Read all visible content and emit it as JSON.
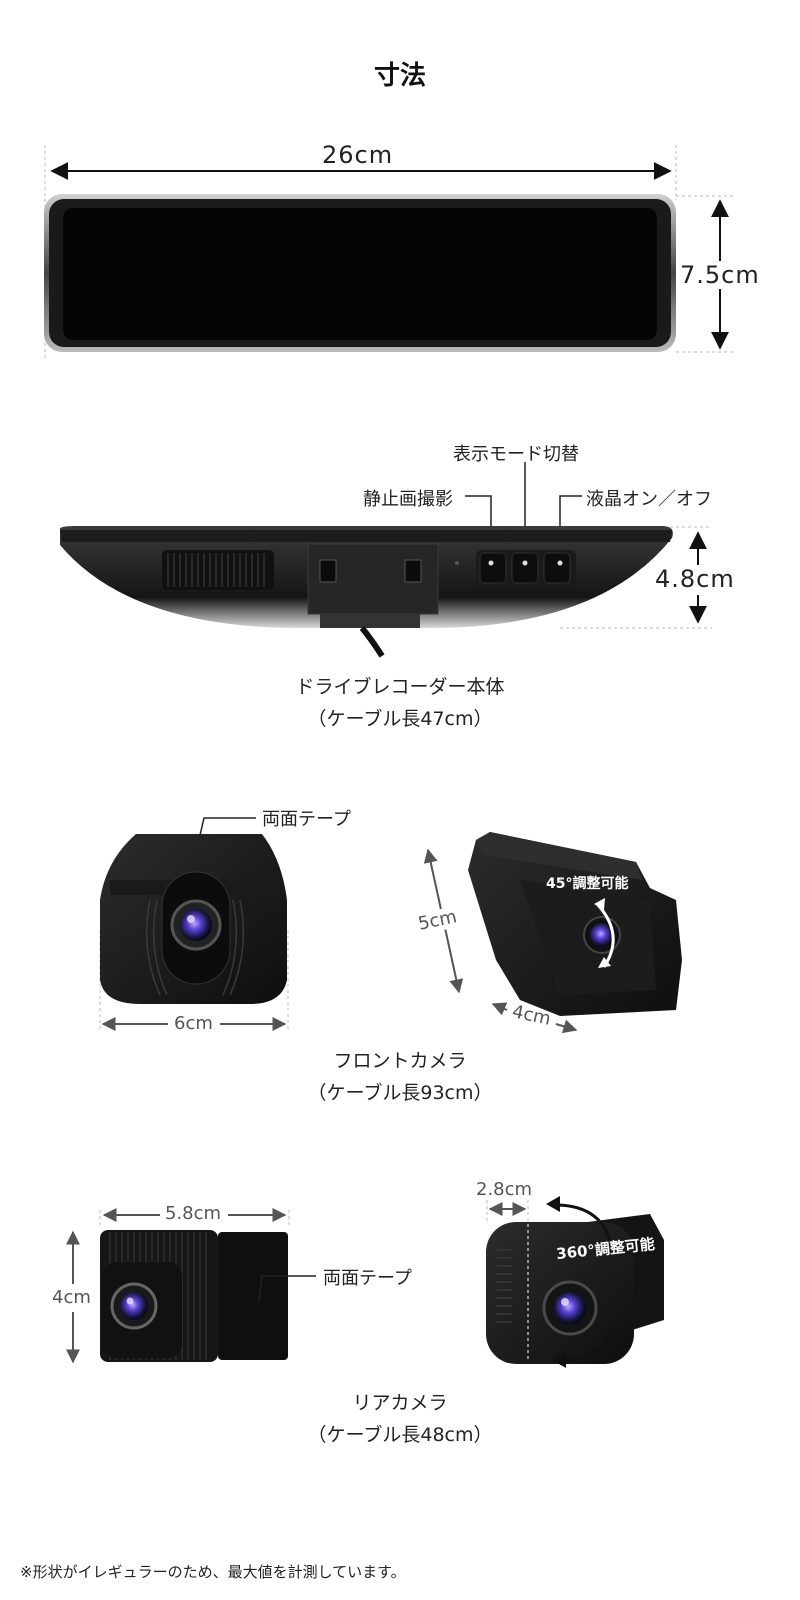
{
  "title": "寸法",
  "mirror": {
    "width_label": "26cm",
    "height_label": "7.5cm"
  },
  "body_unit": {
    "button_labels": {
      "display_mode": "表示モード切替",
      "still_photo": "静止画撮影",
      "lcd_onoff": "液晶オン／オフ"
    },
    "depth_label": "4.8cm",
    "caption_line1": "ドライブレコーダー本体",
    "caption_line2": "（ケーブル長47cm）"
  },
  "front_camera": {
    "tape_label": "両面テープ",
    "width_label": "6cm",
    "height_label": "5cm",
    "depth_label": "4cm",
    "adjust_label": "45°調整可能",
    "caption_line1": "フロントカメラ",
    "caption_line2": "（ケーブル長93cm）"
  },
  "rear_camera": {
    "width_label": "5.8cm",
    "height_label": "4cm",
    "tape_label": "両面テープ",
    "thickness_label": "2.8cm",
    "adjust_label": "360°調整可能",
    "caption_line1": "リアカメラ",
    "caption_line2": "（ケーブル長48cm）"
  },
  "footnote": "※形状がイレギュラーのため、最大値を計測しています。"
}
